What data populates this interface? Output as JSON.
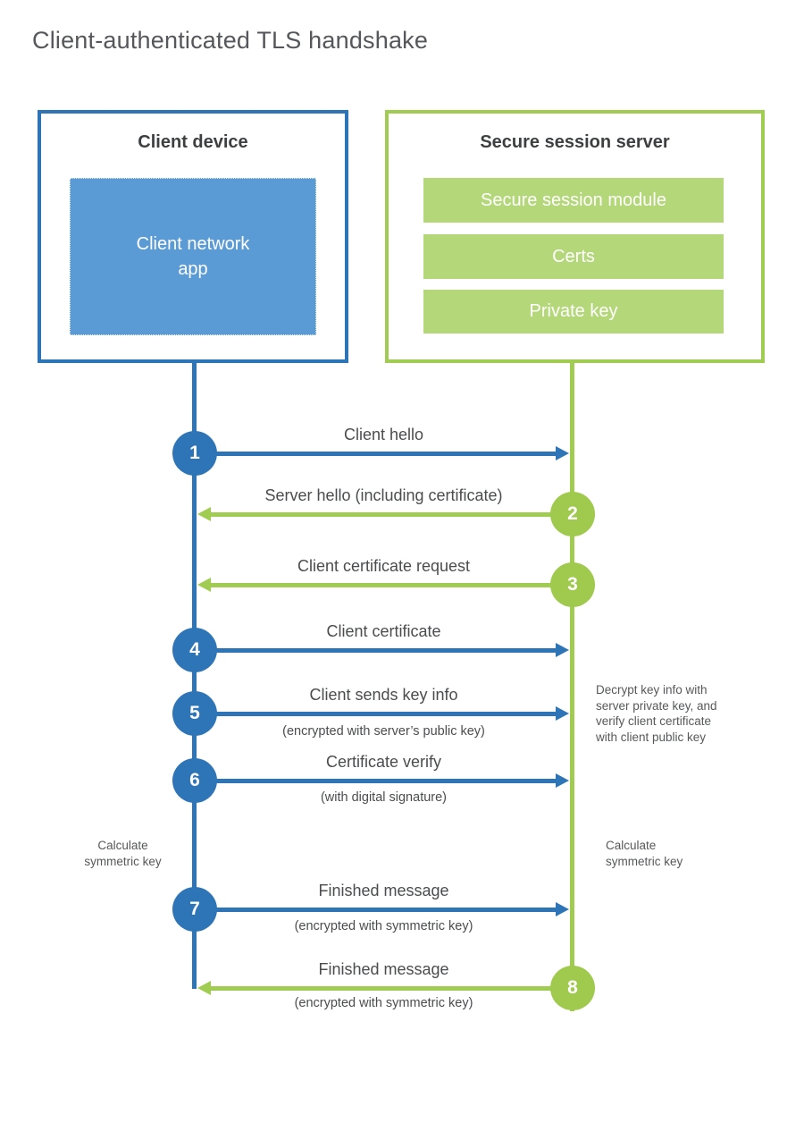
{
  "title": "Client-authenticated TLS handshake",
  "palette": {
    "blue_primary": "#2e75b8",
    "blue_light": "#5b9bd5",
    "green_primary": "#a0cc52",
    "green_circle": "#9fca4d",
    "green_light": "#b4d77a",
    "heading_text": "#3e3f41",
    "label_text": "#4b4c4e",
    "note_text": "#57585a",
    "title_text": "#56575a"
  },
  "client": {
    "heading": "Client device",
    "app_label": "Client network\napp"
  },
  "server": {
    "heading": "Secure session server",
    "modules": [
      "Secure session module",
      "Certs",
      "Private key"
    ]
  },
  "steps": [
    {
      "num": "1",
      "label": "Client hello",
      "sublabel": "",
      "direction": "right",
      "color": "blue"
    },
    {
      "num": "2",
      "label": "Server hello (including certificate)",
      "sublabel": "",
      "direction": "left",
      "color": "green"
    },
    {
      "num": "3",
      "label": "Client certificate request",
      "sublabel": "",
      "direction": "left",
      "color": "green"
    },
    {
      "num": "4",
      "label": "Client certificate",
      "sublabel": "",
      "direction": "right",
      "color": "blue"
    },
    {
      "num": "5",
      "label": "Client sends key info",
      "sublabel": "(encrypted with server’s public key)",
      "direction": "right",
      "color": "blue"
    },
    {
      "num": "6",
      "label": "Certificate verify",
      "sublabel": "(with digital signature)",
      "direction": "right",
      "color": "blue"
    },
    {
      "num": "7",
      "label": "Finished message",
      "sublabel": "(encrypted with symmetric key)",
      "direction": "right",
      "color": "blue"
    },
    {
      "num": "8",
      "label": "Finished message",
      "sublabel": "(encrypted with symmetric key)",
      "direction": "left",
      "color": "green"
    }
  ],
  "notes": {
    "decrypt": "Decrypt key info with\nserver private key, and\nverify client certificate\nwith client public key",
    "calc_left": "Calculate\nsymmetric key",
    "calc_right": "Calculate\nsymmetric key"
  }
}
